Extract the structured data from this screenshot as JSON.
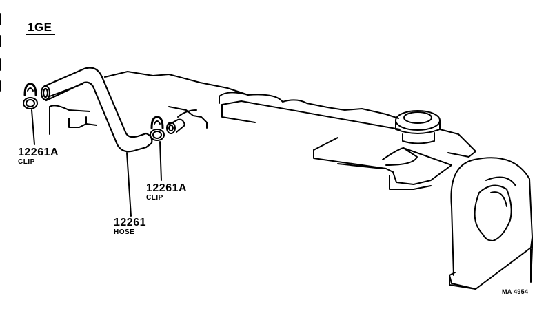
{
  "diagram": {
    "title": "1GE",
    "reference_code": "MA 4954",
    "callouts": [
      {
        "part_number": "12261A",
        "name": "CLIP"
      },
      {
        "part_number": "12261A",
        "name": "CLIP"
      },
      {
        "part_number": "12261",
        "name": "HOSE"
      }
    ],
    "colors": {
      "line": "#000000",
      "background": "#ffffff"
    }
  }
}
